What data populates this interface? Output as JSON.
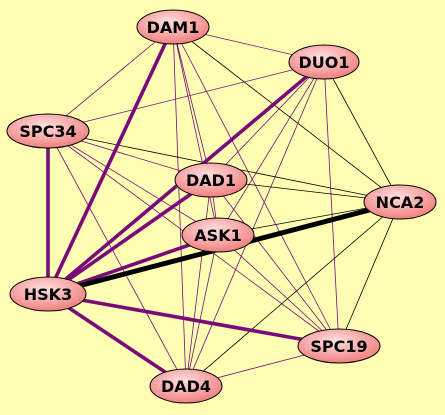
{
  "colors": {
    "background": "#ffffb3",
    "node_fill_light": "#ffe0e0",
    "node_fill_dark": "#f07878",
    "node_stroke": "#000000",
    "edge_purple": "#7a0a7a",
    "edge_black": "#000000"
  },
  "nodes": [
    {
      "id": "DAM1",
      "label": "DAM1"
    },
    {
      "id": "DUO1",
      "label": "DUO1"
    },
    {
      "id": "SPC34",
      "label": "SPC34"
    },
    {
      "id": "DAD1",
      "label": "DAD1"
    },
    {
      "id": "NCA2",
      "label": "NCA2"
    },
    {
      "id": "ASK1",
      "label": "ASK1"
    },
    {
      "id": "HSK3",
      "label": "HSK3"
    },
    {
      "id": "SPC19",
      "label": "SPC19"
    },
    {
      "id": "DAD4",
      "label": "DAD4"
    }
  ],
  "edges": [
    {
      "source": "DAM1",
      "target": "DUO1",
      "color": "purple",
      "weight": 1
    },
    {
      "source": "DAM1",
      "target": "SPC34",
      "color": "purple",
      "weight": 1
    },
    {
      "source": "DAM1",
      "target": "DAD1",
      "color": "purple",
      "weight": 1
    },
    {
      "source": "DAM1",
      "target": "ASK1",
      "color": "purple",
      "weight": 1
    },
    {
      "source": "DAM1",
      "target": "NCA2",
      "color": "black",
      "weight": 1
    },
    {
      "source": "DAM1",
      "target": "SPC19",
      "color": "purple",
      "weight": 1
    },
    {
      "source": "DAM1",
      "target": "DAD4",
      "color": "purple",
      "weight": 1
    },
    {
      "source": "DAM1",
      "target": "HSK3",
      "color": "purple",
      "weight": 3
    },
    {
      "source": "DUO1",
      "target": "SPC34",
      "color": "purple",
      "weight": 1
    },
    {
      "source": "DUO1",
      "target": "DAD1",
      "color": "purple",
      "weight": 1
    },
    {
      "source": "DUO1",
      "target": "NCA2",
      "color": "black",
      "weight": 1
    },
    {
      "source": "DUO1",
      "target": "ASK1",
      "color": "purple",
      "weight": 1
    },
    {
      "source": "DUO1",
      "target": "SPC19",
      "color": "purple",
      "weight": 1
    },
    {
      "source": "DUO1",
      "target": "DAD4",
      "color": "purple",
      "weight": 1
    },
    {
      "source": "DUO1",
      "target": "HSK3",
      "color": "purple",
      "weight": 3
    },
    {
      "source": "SPC34",
      "target": "DAD1",
      "color": "purple",
      "weight": 1
    },
    {
      "source": "SPC34",
      "target": "ASK1",
      "color": "purple",
      "weight": 1
    },
    {
      "source": "SPC34",
      "target": "NCA2",
      "color": "black",
      "weight": 1
    },
    {
      "source": "SPC34",
      "target": "SPC19",
      "color": "purple",
      "weight": 1
    },
    {
      "source": "SPC34",
      "target": "DAD4",
      "color": "purple",
      "weight": 1
    },
    {
      "source": "SPC34",
      "target": "HSK3",
      "color": "purple",
      "weight": 3
    },
    {
      "source": "DAD1",
      "target": "NCA2",
      "color": "black",
      "weight": 1
    },
    {
      "source": "DAD1",
      "target": "ASK1",
      "color": "purple",
      "weight": 1
    },
    {
      "source": "DAD1",
      "target": "SPC19",
      "color": "purple",
      "weight": 1
    },
    {
      "source": "DAD1",
      "target": "DAD4",
      "color": "purple",
      "weight": 1
    },
    {
      "source": "DAD1",
      "target": "HSK3",
      "color": "purple",
      "weight": 3
    },
    {
      "source": "NCA2",
      "target": "ASK1",
      "color": "black",
      "weight": 1
    },
    {
      "source": "NCA2",
      "target": "SPC19",
      "color": "black",
      "weight": 1
    },
    {
      "source": "NCA2",
      "target": "DAD4",
      "color": "black",
      "weight": 1
    },
    {
      "source": "NCA2",
      "target": "HSK3",
      "color": "black",
      "weight": 4
    },
    {
      "source": "ASK1",
      "target": "SPC19",
      "color": "purple",
      "weight": 1
    },
    {
      "source": "ASK1",
      "target": "DAD4",
      "color": "purple",
      "weight": 1
    },
    {
      "source": "ASK1",
      "target": "HSK3",
      "color": "purple",
      "weight": 3
    },
    {
      "source": "HSK3",
      "target": "SPC19",
      "color": "purple",
      "weight": 3
    },
    {
      "source": "HSK3",
      "target": "DAD4",
      "color": "purple",
      "weight": 3
    },
    {
      "source": "SPC19",
      "target": "DAD4",
      "color": "purple",
      "weight": 1
    }
  ]
}
